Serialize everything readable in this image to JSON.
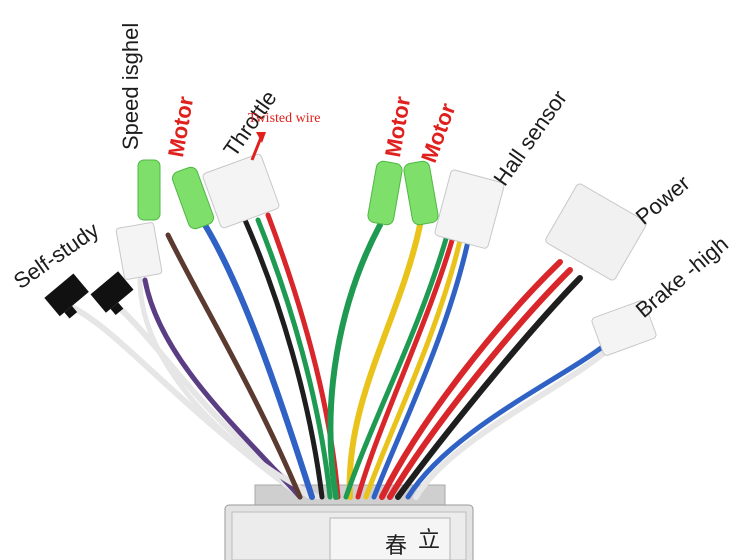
{
  "labels": {
    "self_study": "Self-study",
    "speed": "Speed isghel",
    "motor_1": "Motor",
    "throttle": "Throttle",
    "twisted_wire": "Twisted wire",
    "motor_2": "Motor",
    "motor_3": "Motor",
    "hall_sensor": "Hall sensor",
    "power": "Power",
    "brake": "Brake -high"
  },
  "box_chars": [
    "立",
    "春"
  ],
  "colors": {
    "label_text": "#1c1c1c",
    "motor_label": "#e0201c",
    "wire_blue": "#2f62c4",
    "wire_green": "#1f9a52",
    "wire_yellow": "#e9c21a",
    "wire_red": "#d8262a",
    "wire_black": "#1e1e1e",
    "wire_white": "#e6e6e6",
    "wire_purple": "#5a3d82",
    "wire_brown": "#5b3a30",
    "connector_green": "#7ee06a",
    "connector_white": "#f4f4f4",
    "housing": "#d9d9d9"
  }
}
